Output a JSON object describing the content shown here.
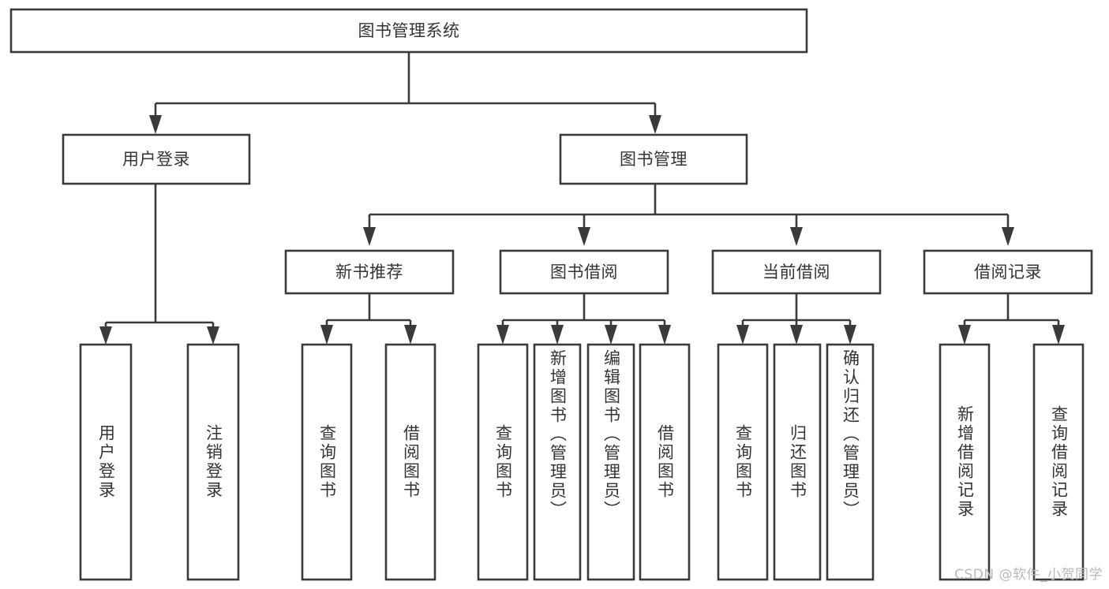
{
  "diagram": {
    "title": "图书管理系统",
    "type": "hierarchy-tree",
    "colors": {
      "box_stroke": "#3a3a3a",
      "box_fill": "#ffffff",
      "text": "#343434",
      "background": "#ffffff",
      "watermark": "#b9b9b9"
    },
    "root": {
      "id": "root",
      "label": "图书管理系统"
    },
    "level1": [
      {
        "id": "user-login",
        "label": "用户登录"
      },
      {
        "id": "book-management",
        "label": "图书管理"
      }
    ],
    "level2": [
      {
        "id": "new-book-recommend",
        "label": "新书推荐",
        "parent": "book-management"
      },
      {
        "id": "book-borrow",
        "label": "图书借阅",
        "parent": "book-management"
      },
      {
        "id": "current-borrow",
        "label": "当前借阅",
        "parent": "book-management"
      },
      {
        "id": "borrow-record",
        "label": "借阅记录",
        "parent": "book-management"
      }
    ],
    "leaves": [
      {
        "id": "leaf-user-login",
        "label": "用户登录",
        "parent": "user-login"
      },
      {
        "id": "leaf-logout",
        "label": "注销登录",
        "parent": "user-login"
      },
      {
        "id": "leaf-query-book-1",
        "label": "查询图书",
        "parent": "new-book-recommend"
      },
      {
        "id": "leaf-borrow-book-1",
        "label": "借阅图书",
        "parent": "new-book-recommend"
      },
      {
        "id": "leaf-query-book-2",
        "label": "查询图书",
        "parent": "book-borrow"
      },
      {
        "id": "leaf-add-book",
        "label": "新增图书（管理员）",
        "parent": "book-borrow"
      },
      {
        "id": "leaf-edit-book",
        "label": "编辑图书（管理员）",
        "parent": "book-borrow"
      },
      {
        "id": "leaf-borrow-book-2",
        "label": "借阅图书",
        "parent": "book-borrow"
      },
      {
        "id": "leaf-query-book-3",
        "label": "查询图书",
        "parent": "current-borrow"
      },
      {
        "id": "leaf-return-book",
        "label": "归还图书",
        "parent": "current-borrow"
      },
      {
        "id": "leaf-confirm-return",
        "label": "确认归还（管理员）",
        "parent": "current-borrow"
      },
      {
        "id": "leaf-add-record",
        "label": "新增借阅记录",
        "parent": "borrow-record"
      },
      {
        "id": "leaf-query-record",
        "label": "查询借阅记录",
        "parent": "borrow-record"
      }
    ]
  },
  "watermark": {
    "text": "CSDN @软件_小贺同学"
  }
}
